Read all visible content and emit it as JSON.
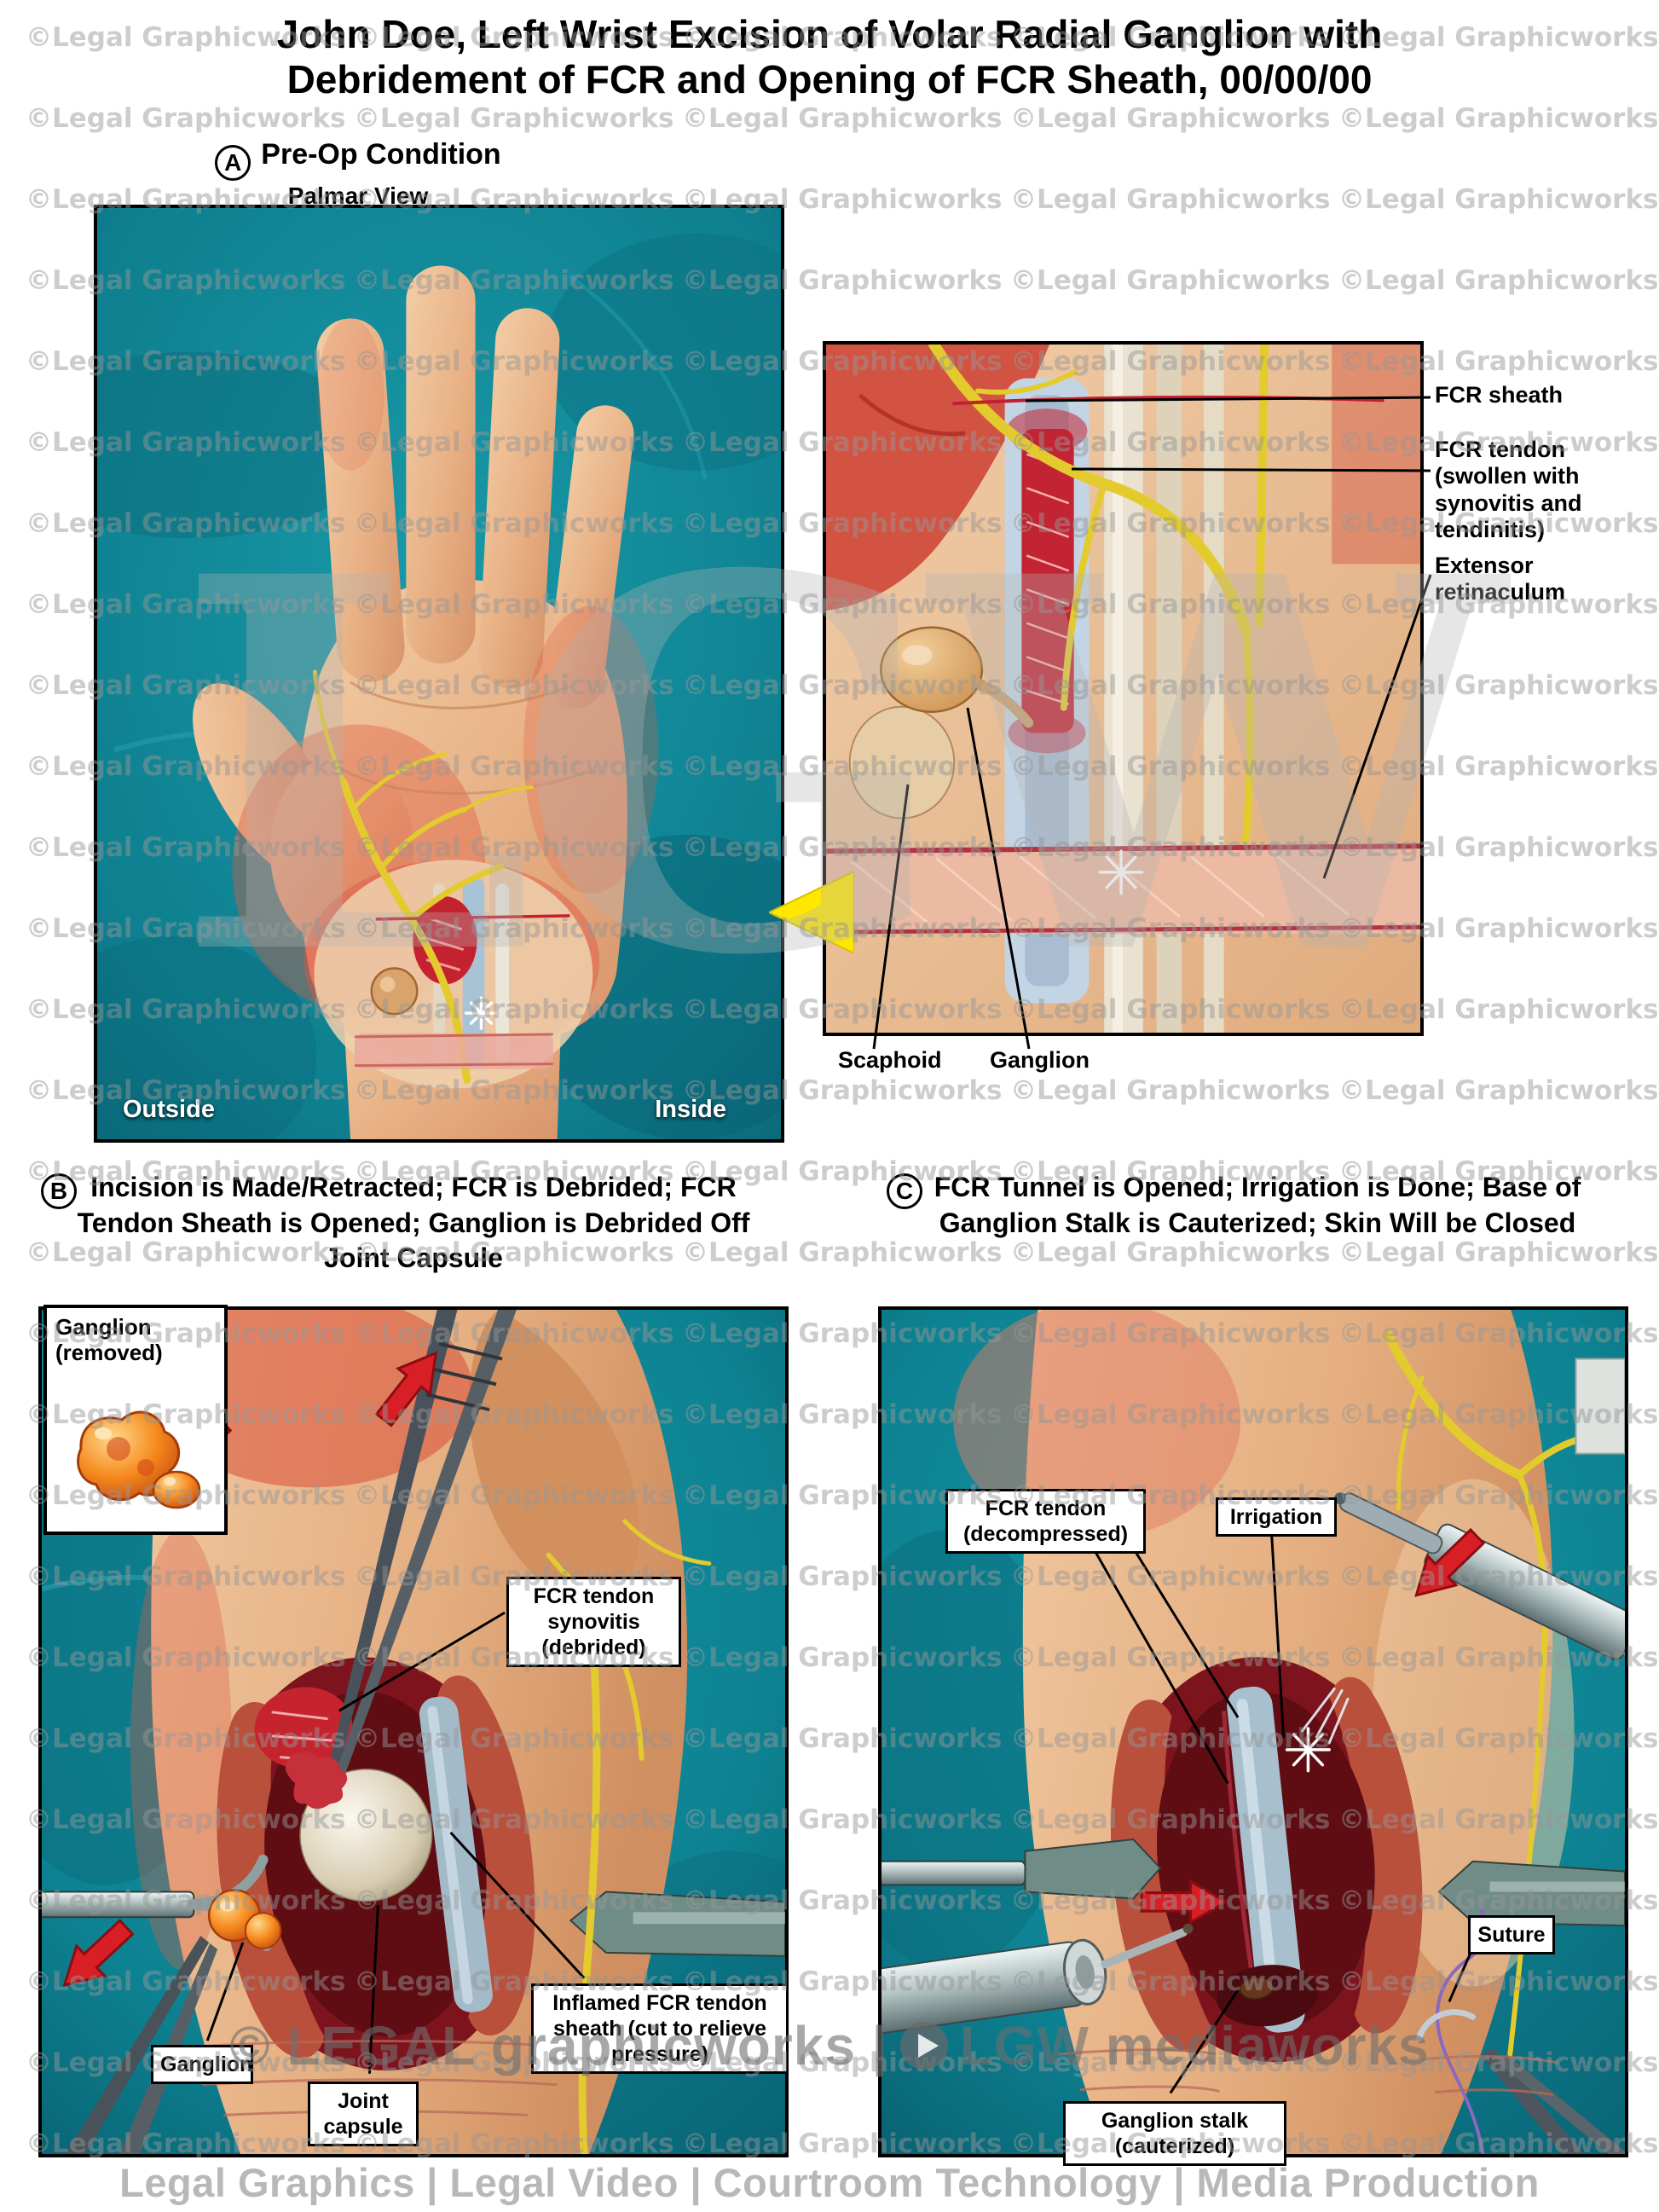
{
  "title": "John Doe, Left Wrist Excision of Volar Radial Ganglion with Debridement of FCR and Opening of FCR Sheath, 00/00/00",
  "section_a": {
    "letter": "A",
    "heading": "Pre-Op Condition",
    "view_label": "Palmar View",
    "panel_hand": {
      "label_outside": "Outside",
      "label_inside": "Inside"
    },
    "panel_closeup": {
      "label_fcr_sheath": "FCR sheath",
      "label_fcr_tendon": "FCR tendon (swollen with synovitis and tendinitis)",
      "label_extensor": "Extensor retinaculum",
      "label_scaphoid": "Scaphoid",
      "label_ganglion": "Ganglion"
    }
  },
  "section_b": {
    "letter": "B",
    "heading": "Incision is Made/Retracted; FCR is Debrided; FCR Tendon Sheath is Opened; Ganglion is Debrided Off Joint Capsule",
    "labels": {
      "inset_title": "Ganglion (removed)",
      "synovitis": "FCR tendon synovitis (debrided)",
      "ganglion": "Ganglion",
      "joint_capsule": "Joint capsule",
      "inflamed_sheath": "Inflamed FCR tendon sheath (cut to relieve pressure)"
    }
  },
  "section_c": {
    "letter": "C",
    "heading": "FCR Tunnel is Opened; Irrigation is Done; Base of Ganglion Stalk is Cauterized; Skin Will be Closed",
    "labels": {
      "fcr_tendon": "FCR tendon (decompressed)",
      "irrigation": "Irrigation",
      "suture": "Suture",
      "ganglion_stalk": "Ganglion stalk (cauterized)"
    }
  },
  "watermarks": {
    "tile": "©Legal Graphicworks",
    "center": "LGW",
    "brand_left": "© LEGAL graphicworks |",
    "brand_right": "LGW mediaworks",
    "footer": "Legal Graphics | Legal Video | Courtroom Technology | Media Production"
  },
  "colors": {
    "drape_teal": "#0d8494",
    "skin": "#e8b185",
    "nerve_yellow": "#e3cb2d",
    "inflamed_red": "#c5242f",
    "arrow_red": "#d81f26",
    "zoom_arrow_yellow": "#ffe800",
    "tendon_blue": "#a3bac9",
    "ganglion_orange": "#f08018"
  }
}
